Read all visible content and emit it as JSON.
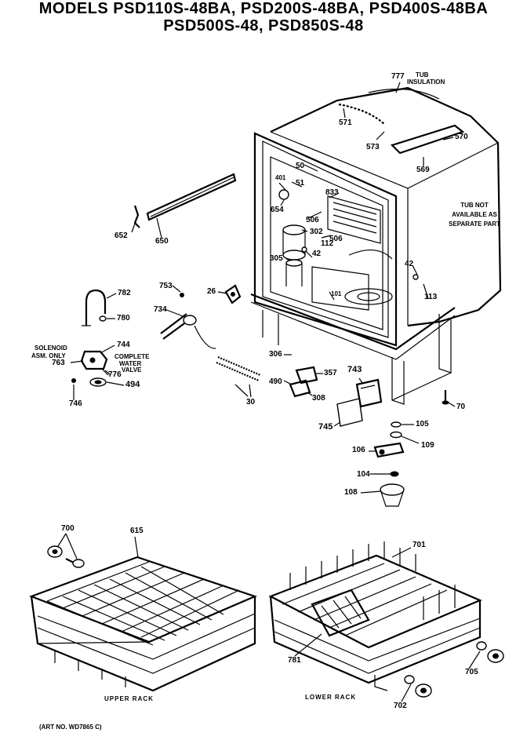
{
  "title": {
    "line1": "MODELS PSD110S-48BA, PSD200S-48BA, PSD400S-48BA",
    "line2": "PSD500S-48, PSD850S-48"
  },
  "notes": {
    "tub_insulation_1": "TUB",
    "tub_insulation_2": "INSULATION",
    "tub_not_available_1": "TUB NOT",
    "tub_not_available_2": "AVAILABLE AS",
    "tub_not_available_3": "SEPARATE PART",
    "solenoid_1": "SOLENOID",
    "solenoid_2": "ASM. ONLY",
    "water_valve_1": "COMPLETE",
    "water_valve_2": "WATER",
    "water_valve_3": "VALVE",
    "upper_rack": "UPPER RACK",
    "lower_rack": "LOWER RACK",
    "art_no": "(ART NO. WD7865 C)"
  },
  "callouts": {
    "p777": "777",
    "p571": "571",
    "p573": "573",
    "p570": "570",
    "p569": "569",
    "p401": "401",
    "p50": "50",
    "p51": "51",
    "p833": "833",
    "p654": "654",
    "p506a": "506",
    "p506b": "506",
    "p302": "302",
    "p305": "305",
    "p112": "112",
    "p42a": "42",
    "p42b": "42",
    "p101": "101",
    "p113": "113",
    "p652": "652",
    "p650": "650",
    "p782": "782",
    "p780": "780",
    "p753": "753",
    "p734": "734",
    "p26": "26",
    "p744": "744",
    "p763": "763",
    "p776": "776",
    "p494": "494",
    "p746": "746",
    "p30": "30",
    "p306": "306",
    "p357": "357",
    "p490": "490",
    "p308": "308",
    "p743": "743",
    "p745": "745",
    "p70": "70",
    "p105": "105",
    "p109": "109",
    "p106": "106",
    "p104": "104",
    "p108": "108",
    "p700": "700",
    "p615": "615",
    "p701": "701",
    "p781": "781",
    "p705": "705",
    "p702": "702"
  }
}
